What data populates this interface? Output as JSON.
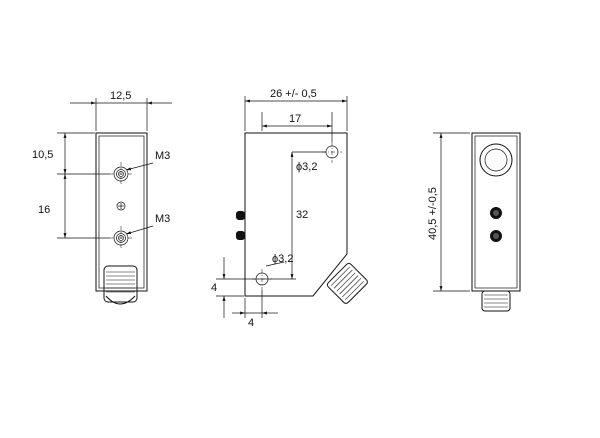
{
  "front_view": {
    "width_dim": "12,5",
    "upper_dim": "10,5",
    "spacing_dim": "16",
    "hole_top_label": "M3",
    "hole_bottom_label": "M3"
  },
  "side_view": {
    "length_dim": "26 +/- 0,5",
    "hole_offset_dim": "17",
    "top_hole_dia": "ϕ3,2",
    "height_dim": "32",
    "bottom_hole_dia": "ϕ3,2",
    "bottom_vertical_dim": "4",
    "bottom_horizontal_dim": "4"
  },
  "rear_view": {
    "height_dim": "40,5 +/-0,5"
  }
}
